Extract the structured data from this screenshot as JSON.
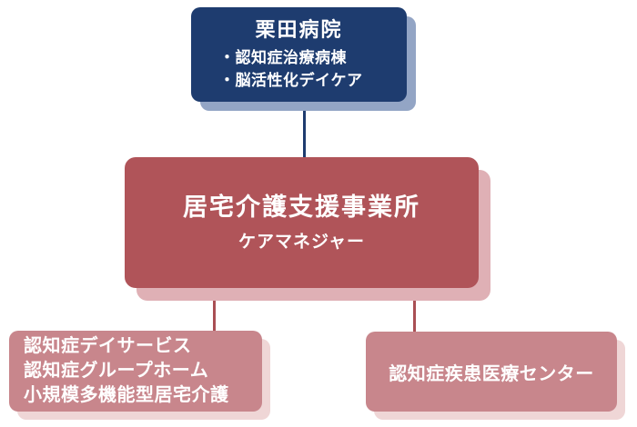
{
  "page": {
    "background": "#ffffff"
  },
  "diagram": {
    "hospital_box": {
      "title": "栗田病院",
      "items": [
        "・認知症治療病棟",
        "・脳活性化デイケア"
      ],
      "fill": "#1e3c6f",
      "shadow": "#93a5c5"
    },
    "care_office_box": {
      "title": "居宅介護支援事業所",
      "subtitle": "ケアマネジャー",
      "fill": "#b05459",
      "shadow": "#dfb0b5"
    },
    "services_box": {
      "lines": [
        "認知症デイサービス",
        "認知症グループホーム",
        "小規模多機能型居宅介護"
      ],
      "fill": "#c8868c",
      "shadow": "#efd6d6"
    },
    "medical_center_box": {
      "title": "認知症疾患医療センター",
      "fill": "#c8868c",
      "shadow": "#efd6d6"
    },
    "connectors": {
      "hospital_to_office_color": "#1e3c6f",
      "office_to_branches_color": "#a94f54"
    }
  }
}
